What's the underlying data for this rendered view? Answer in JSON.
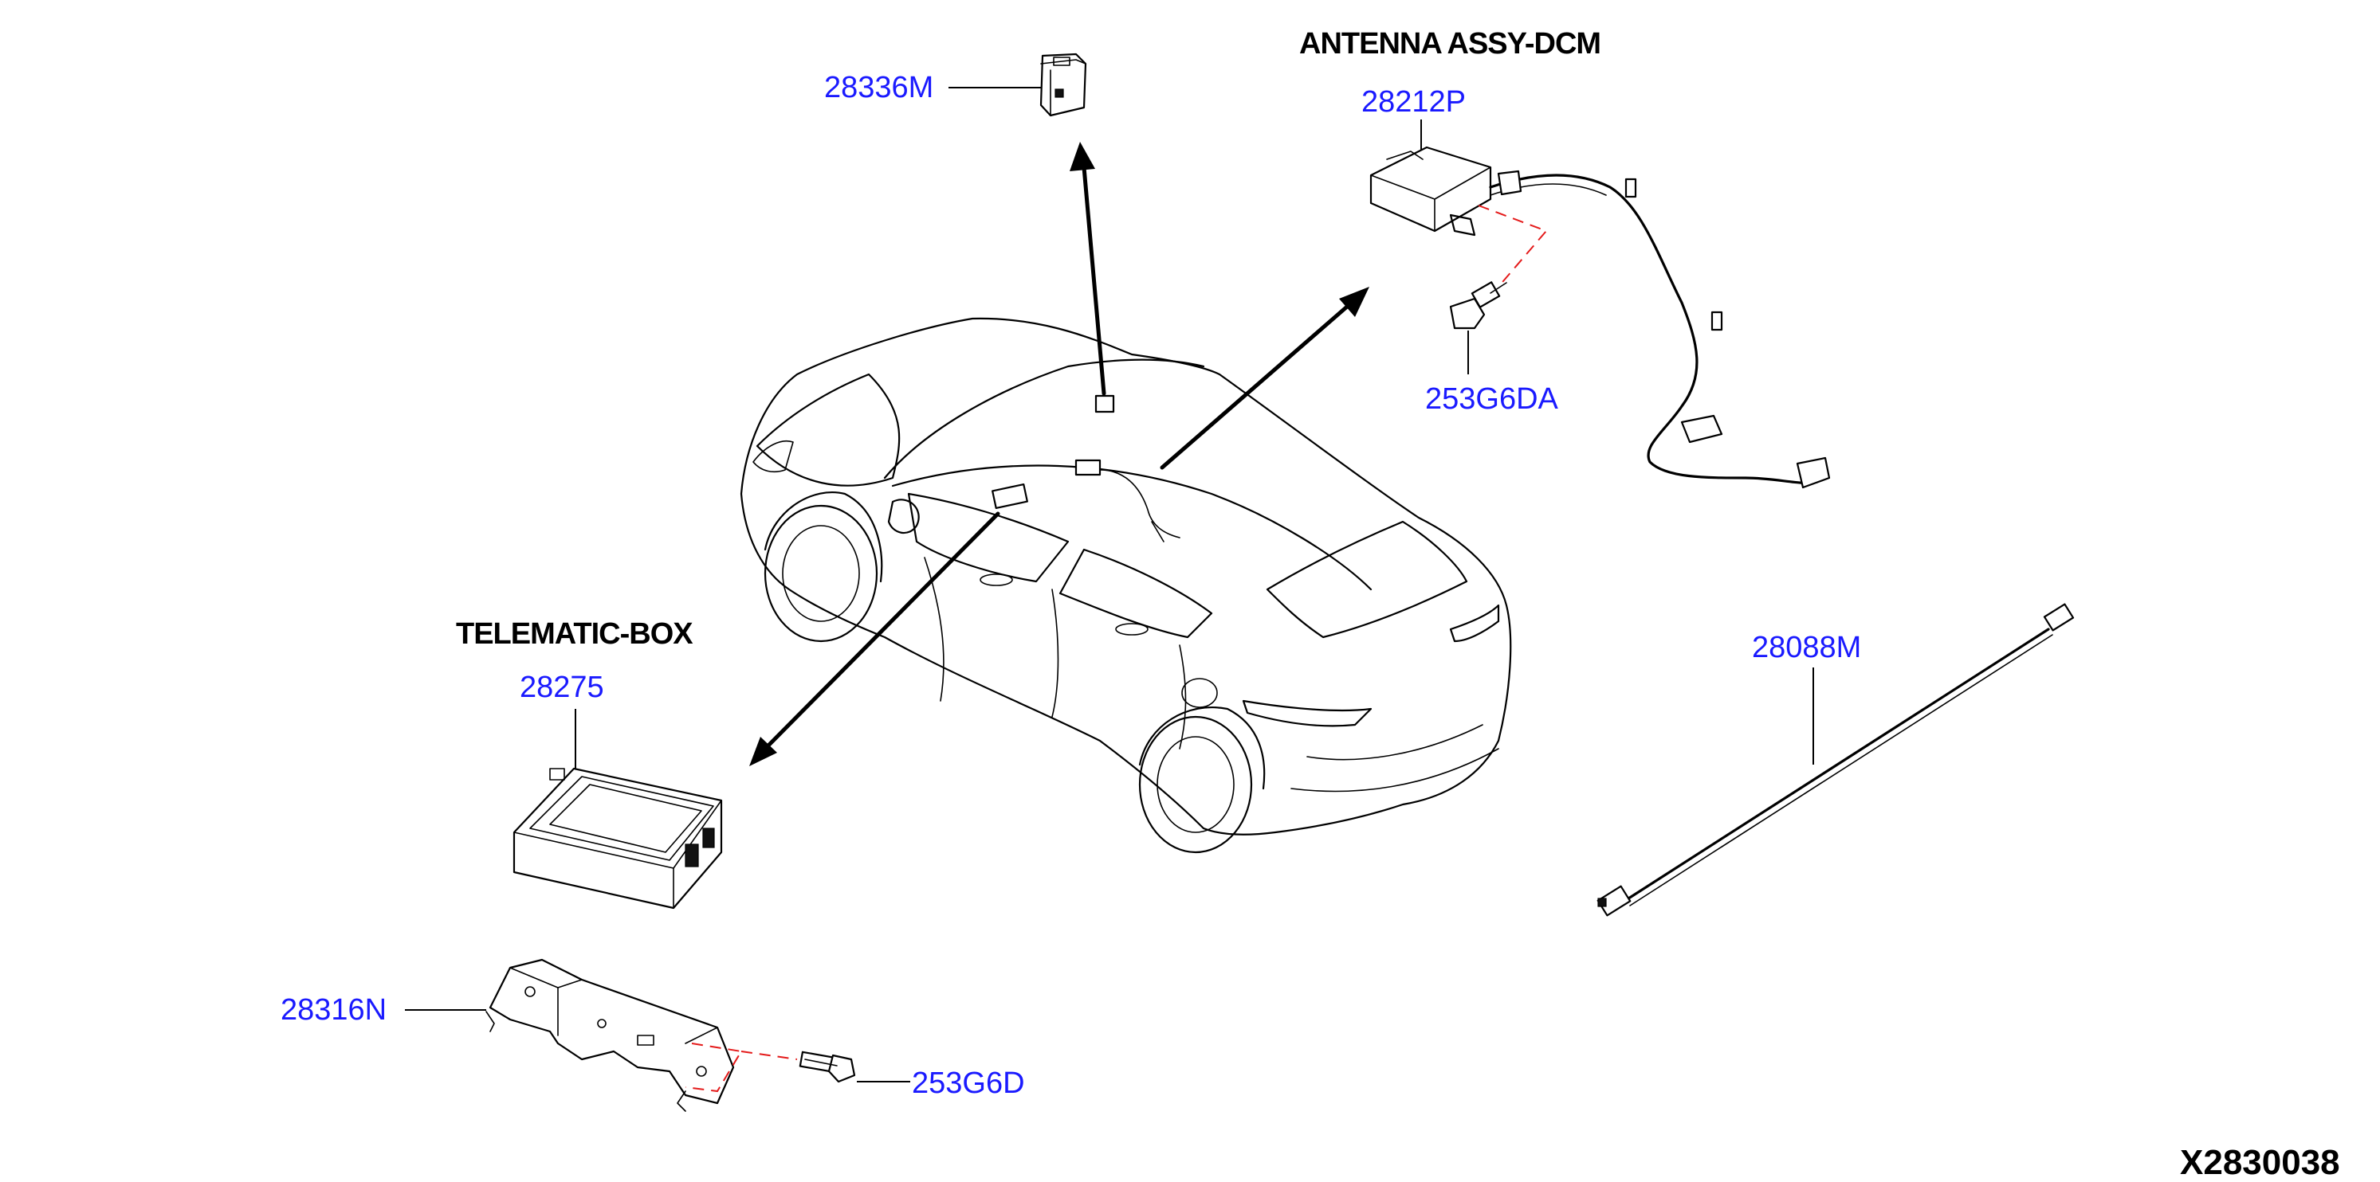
{
  "headings": {
    "antenna": "ANTENNA ASSY-DCM",
    "telematic": "TELEMATIC-BOX"
  },
  "parts": {
    "p28336M": "28336M",
    "p28212P": "28212P",
    "p253G6DA": "253G6DA",
    "p28275": "28275",
    "p28088M": "28088M",
    "p28316N": "28316N",
    "p253G6D": "253G6D"
  },
  "diagram_id": "X2830038",
  "colors": {
    "part_number": "#1a1aff",
    "leader_dashed": "#e41a1a",
    "line": "#000000",
    "background": "#ffffff"
  }
}
